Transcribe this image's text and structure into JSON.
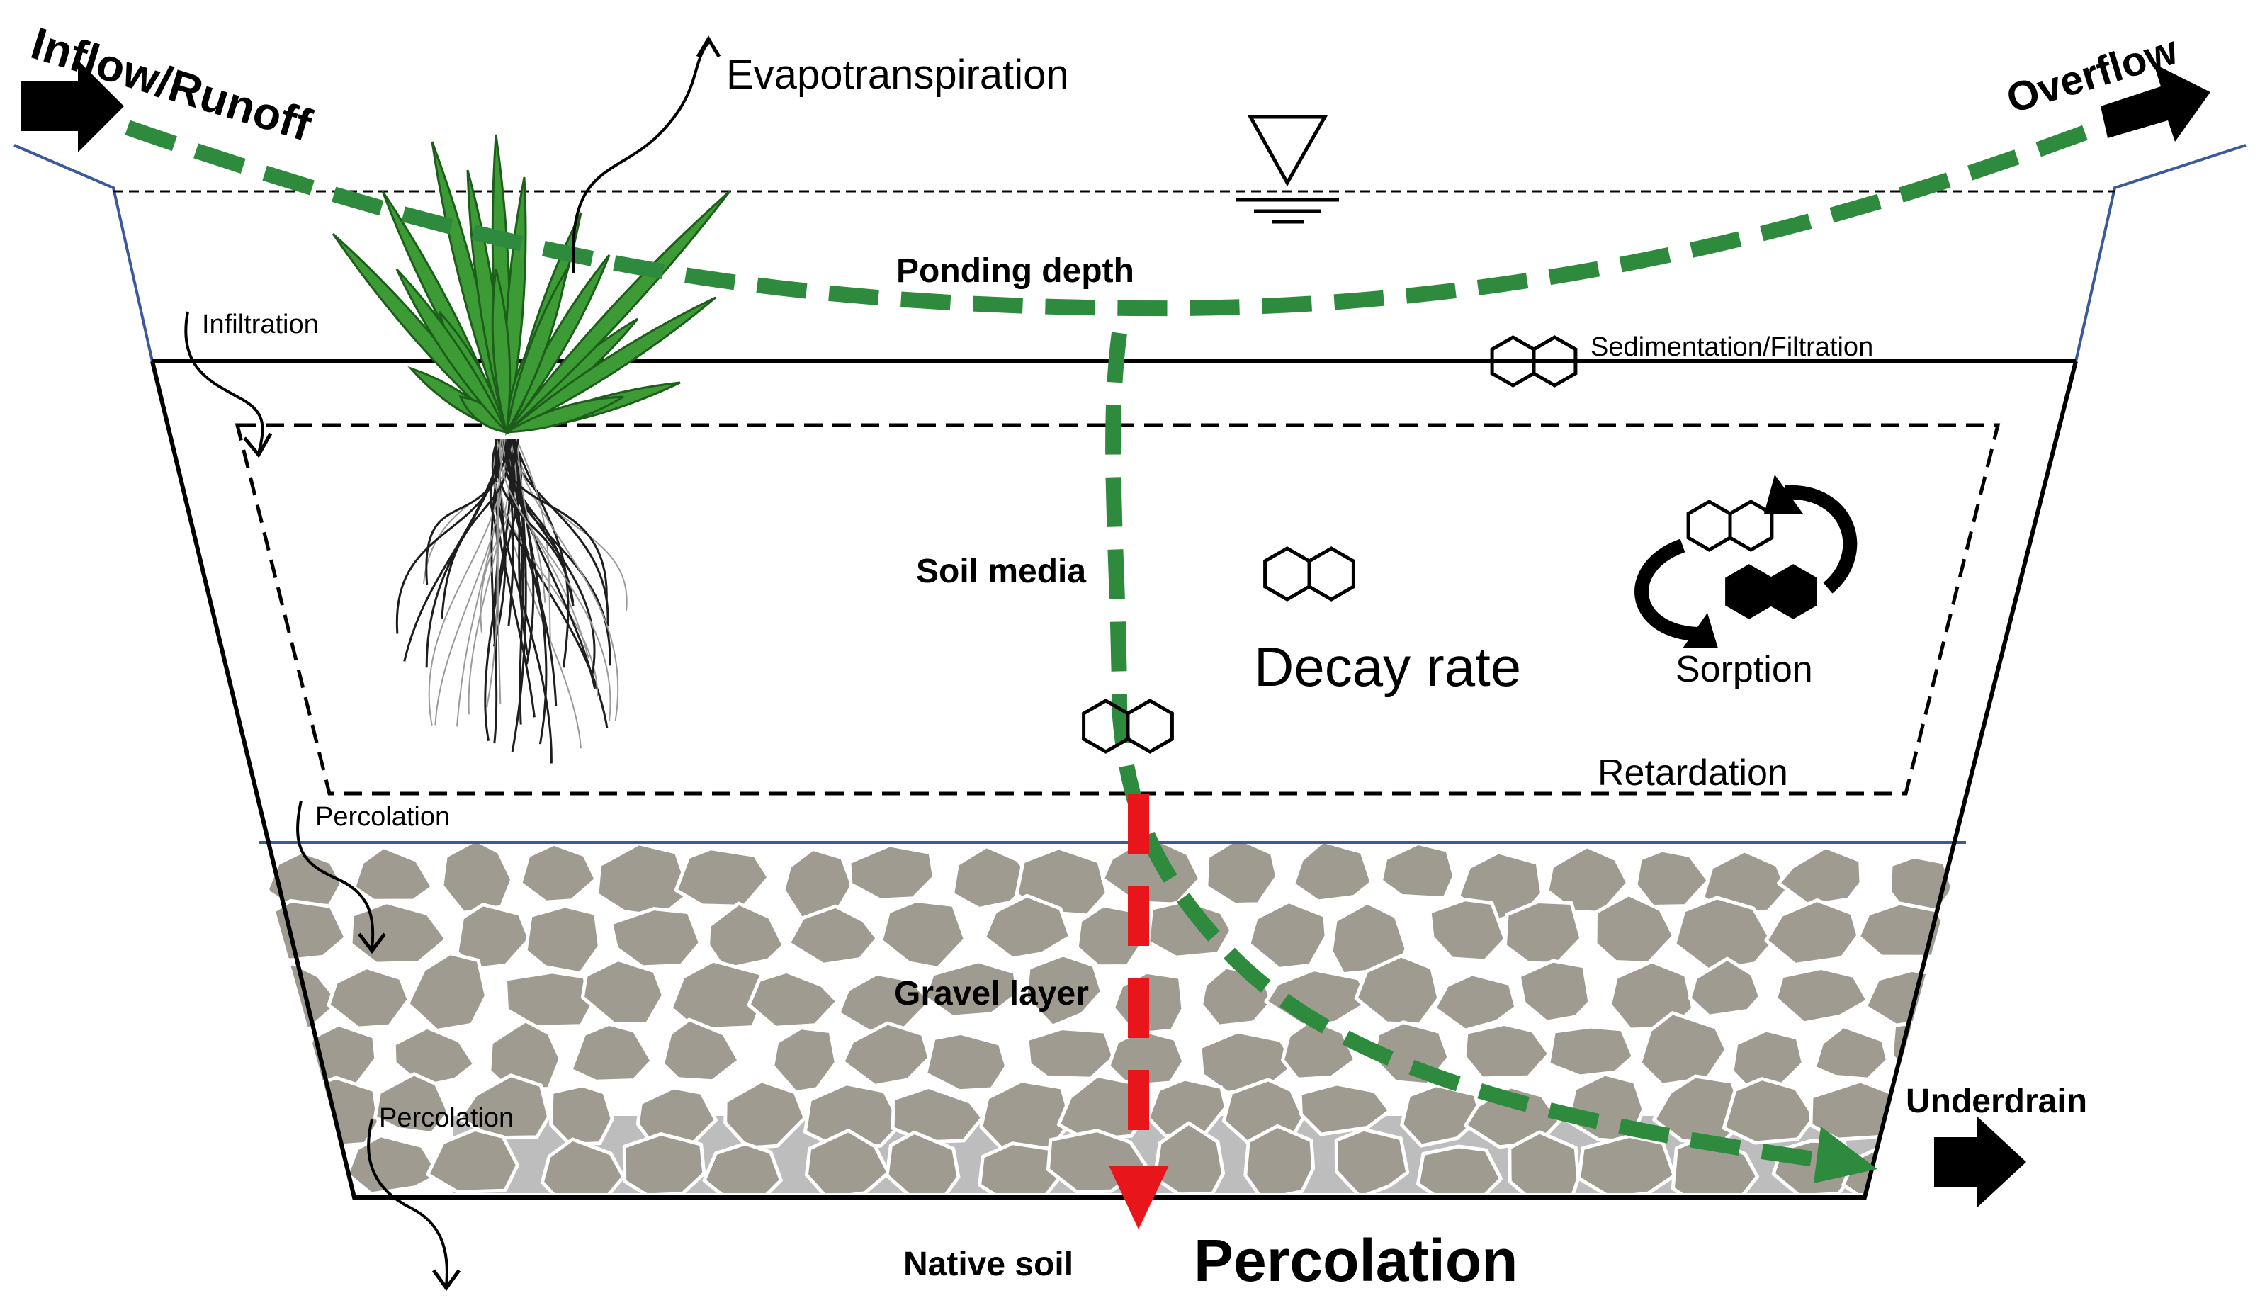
{
  "labels": {
    "inflow": "Inflow/Runoff",
    "evapotranspiration": "Evapotranspiration",
    "overflow": "Overflow",
    "ponding_depth": "Ponding depth",
    "infiltration": "Infiltration",
    "sedimentation": "Sedimentation/Filtration",
    "soil_media": "Soil media",
    "decay_rate": "Decay rate",
    "sorption": "Sorption",
    "retardation": "Retardation",
    "percolation_upper": "Percolation",
    "gravel_layer": "Gravel layer",
    "underdrain": "Underdrain",
    "percolation_lower": "Percolation",
    "native_soil": "Native soil",
    "percolation_main": "Percolation"
  },
  "colors": {
    "flow_path": "#2E8B3E",
    "percolation_arrow": "#E8161B",
    "gravel": "#A09B91",
    "basin_outline": "#000000",
    "ground_line": "#3A5A9A",
    "plant": "#3C9B35"
  }
}
